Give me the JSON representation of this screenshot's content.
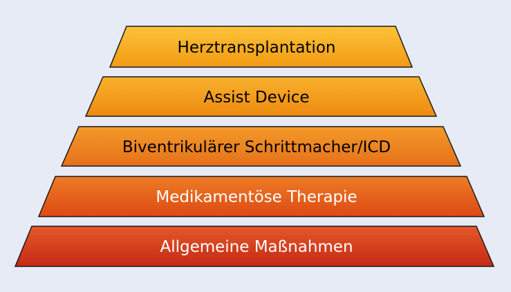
{
  "pyramid": {
    "tiers": [
      {
        "label": "Herztransplantation",
        "fill_top": "#fbc33a",
        "fill_bottom": "#f29a12",
        "text_color": "#000000"
      },
      {
        "label": "Assist Device",
        "fill_top": "#f8b12c",
        "fill_bottom": "#ee8a10",
        "text_color": "#000000"
      },
      {
        "label": "Biventrikulärer Schrittmacher/ICD",
        "fill_top": "#f39a29",
        "fill_bottom": "#e6711a",
        "text_color": "#000000"
      },
      {
        "label": "Medikamentöse Therapie",
        "fill_top": "#ee7b25",
        "fill_bottom": "#dc4a14",
        "text_color": "#ffffff"
      },
      {
        "label": "Allgemeine Maßnahmen",
        "fill_top": "#e4582a",
        "fill_bottom": "#c52a14",
        "text_color": "#ffffff"
      }
    ],
    "outline_color": "#1a1a1a",
    "background_color": "#e6ebf6"
  }
}
